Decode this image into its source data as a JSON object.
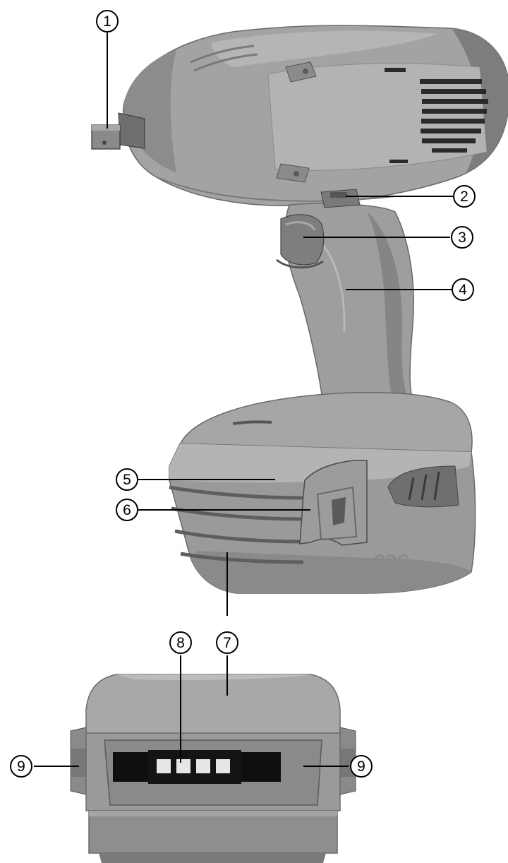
{
  "callouts": [
    {
      "number": "1",
      "part": "tool-chuck"
    },
    {
      "number": "2",
      "part": "direction-switch"
    },
    {
      "number": "3",
      "part": "trigger"
    },
    {
      "number": "4",
      "part": "grip"
    },
    {
      "number": "5",
      "part": "battery-release"
    },
    {
      "number": "6",
      "part": "battery-latch"
    },
    {
      "number": "7",
      "part": "battery-pack"
    },
    {
      "number": "8",
      "part": "charge-indicator"
    },
    {
      "number": "9",
      "part": "side-buttons"
    }
  ],
  "tool_marking": "CPC",
  "colors": {
    "body": "#9a9a9a",
    "body_dark": "#6e6e6e",
    "body_light": "#c2c2c2",
    "display": "#0f0f0f",
    "leader": "#000000"
  }
}
